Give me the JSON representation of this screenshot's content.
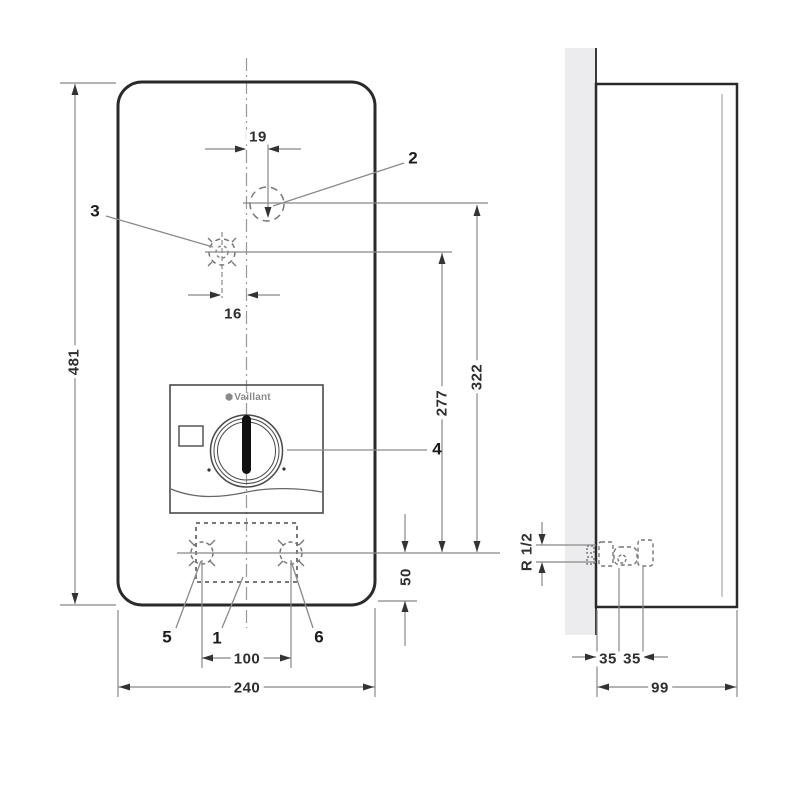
{
  "drawing": {
    "brand_logo": "Vaillant",
    "callouts": {
      "c1": "1",
      "c2": "2",
      "c3": "3",
      "c4": "4",
      "c5": "5",
      "c6": "6"
    },
    "front_view": {
      "overall_height": "481",
      "overall_width": "240",
      "upper_hole_offset_right": "19",
      "middle_hole_offset_left": "16",
      "upper_hole_height": "322",
      "middle_hole_height": "277",
      "connection_offset_bottom": "50",
      "connection_spacing": "100"
    },
    "side_view": {
      "overall_depth": "99",
      "pipe_offset_1": "35",
      "pipe_offset_2": "35",
      "pipe_thread": "R 1/2"
    },
    "colors": {
      "outline": "#2a2a2a",
      "dimension_line": "#888888",
      "wall_fill": "#ececee",
      "knob_pointer": "#111111",
      "text": "#2e2e2e"
    }
  }
}
